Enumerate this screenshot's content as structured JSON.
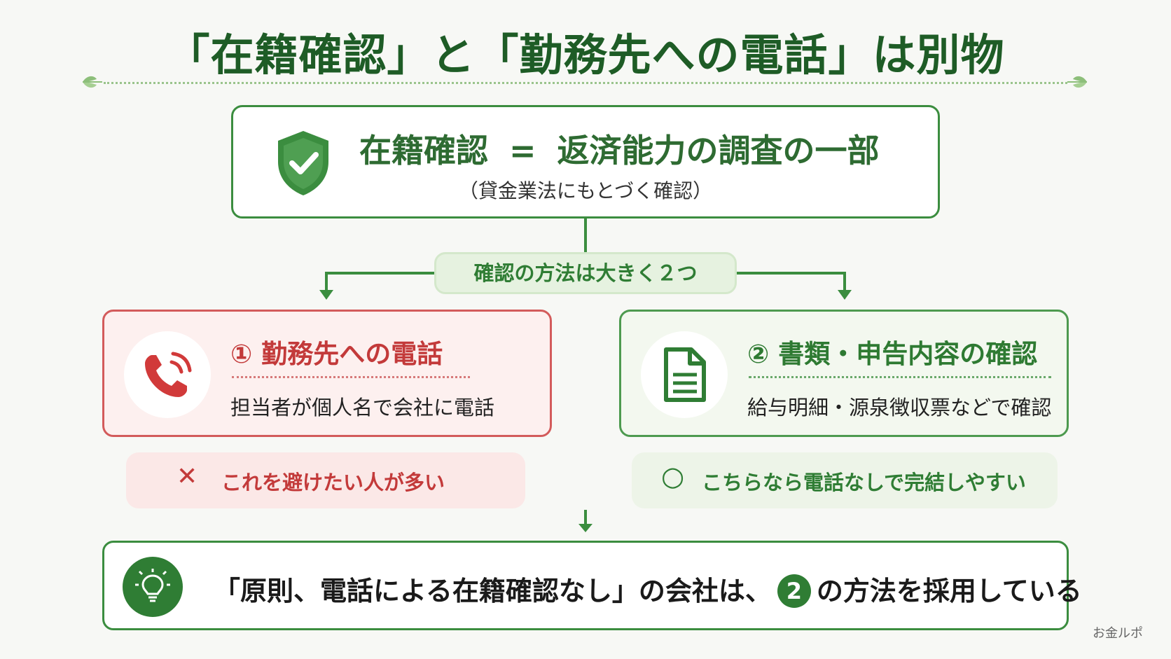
{
  "title": "「在籍確認」と「勤務先への電話」は別物",
  "definition": {
    "term": "在籍確認",
    "equals": "=",
    "meaning": "返済能力の調査の一部",
    "note": "（貸金業法にもとづく確認）"
  },
  "methods_label": "確認の方法は大きく２つ",
  "methods": [
    {
      "title": "① 勤務先への電話",
      "description": "担当者が個人名で会社に電話",
      "verdict_mark": "✕",
      "verdict": "これを避けたい人が多い",
      "icon": "phone-icon"
    },
    {
      "title": "② 書類・申告内容の確認",
      "description": "給与明細・源泉徴収票などで確認",
      "verdict_mark": "○",
      "verdict": "こちらなら電話なしで完結しやすい",
      "icon": "document-icon"
    }
  ],
  "conclusion": {
    "before": "「原則、電話による在籍確認なし」の会社は、",
    "badge": "2",
    "after": "の方法を採用している",
    "icon": "lightbulb-icon"
  },
  "footer": "お金ルポ",
  "colors": {
    "title": "#1e5c26",
    "accent_green": "#2f7d34",
    "accent_red": "#c33a3a",
    "border_green": "#3b8d3f",
    "border_red": "#d35b5b"
  }
}
